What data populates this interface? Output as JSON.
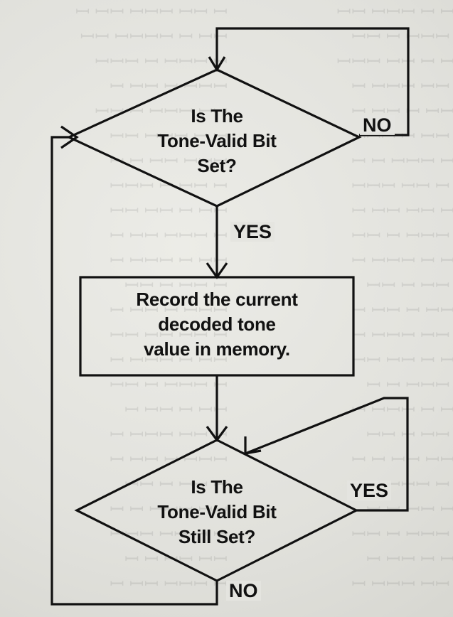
{
  "flowchart": {
    "decision_1": {
      "line1": "Is The",
      "line2": "Tone-Valid Bit",
      "line3": "Set?"
    },
    "process_1": {
      "line1": "Record the current",
      "line2": "decoded tone",
      "line3": "value in memory."
    },
    "decision_2": {
      "line1": "Is The",
      "line2": "Tone-Valid Bit",
      "line3": "Still Set?"
    },
    "edge_labels": {
      "decision_1_no": "NO",
      "decision_1_yes": "YES",
      "decision_2_yes": "YES",
      "decision_2_no": "NO"
    }
  }
}
